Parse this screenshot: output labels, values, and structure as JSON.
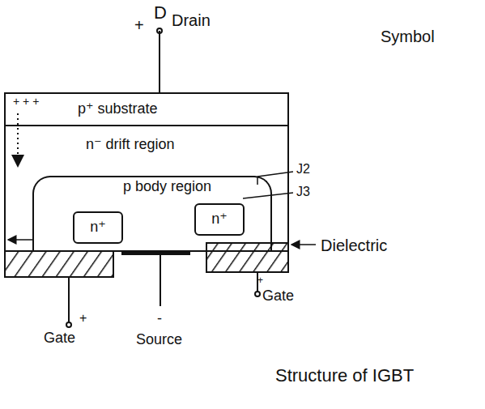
{
  "diagram": {
    "caption": "Structure of IGBT",
    "nodes": [
      {
        "text": [
          "p⁺ substrate"
        ]
      },
      {
        "text": [
          "n⁻ drift region"
        ]
      },
      {
        "text": [
          "p body region"
        ],
        "in": 1
      },
      {
        "text": [
          "n⁺"
        ],
        "in": 2
      },
      {
        "text": [
          "n⁺"
        ],
        "in": 2
      }
    ],
    "labels": [
      "+",
      "D",
      "Drain",
      "Symbol",
      "+ + +",
      "J2",
      "J3",
      "Dielectric",
      "Gate",
      "+",
      "Gate",
      "+",
      "Source",
      "-"
    ]
  }
}
